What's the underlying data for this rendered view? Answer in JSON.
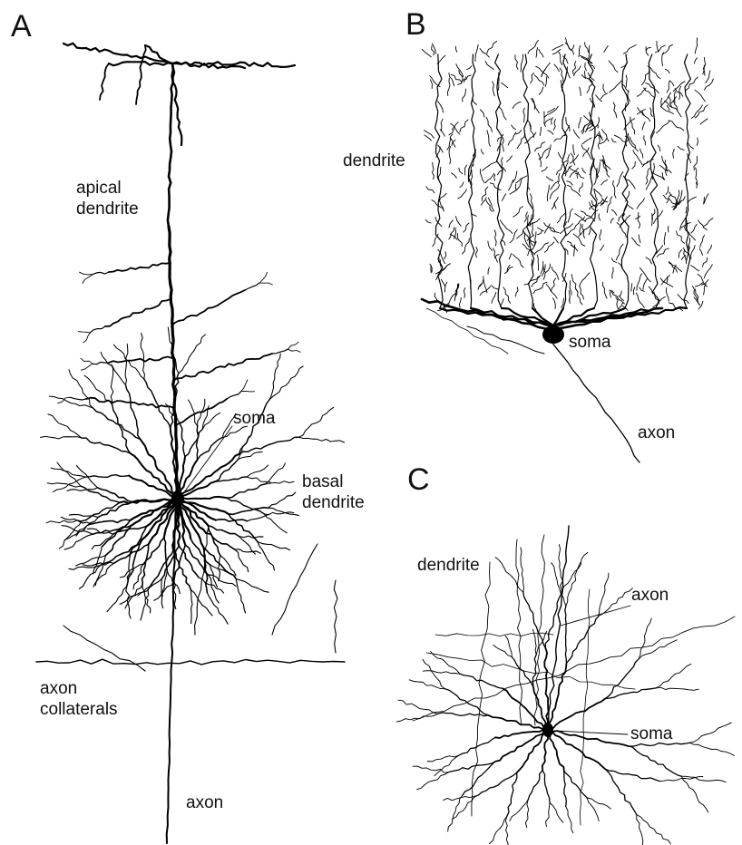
{
  "figure": {
    "panels": [
      {
        "letter": "A",
        "labels": {
          "apical_dendrite": "apical\ndendrite",
          "soma": "soma",
          "basal_dendrite": "basal\ndendrite",
          "axon_collaterals": "axon\ncollaterals",
          "axon": "axon"
        }
      },
      {
        "letter": "B",
        "labels": {
          "dendrite": "dendrite",
          "soma": "soma",
          "axon": "axon"
        }
      },
      {
        "letter": "C",
        "labels": {
          "dendrite": "dendrite",
          "axon": "axon",
          "soma": "soma"
        }
      }
    ],
    "ink_color": "#000000",
    "background_color": "#ffffff"
  }
}
